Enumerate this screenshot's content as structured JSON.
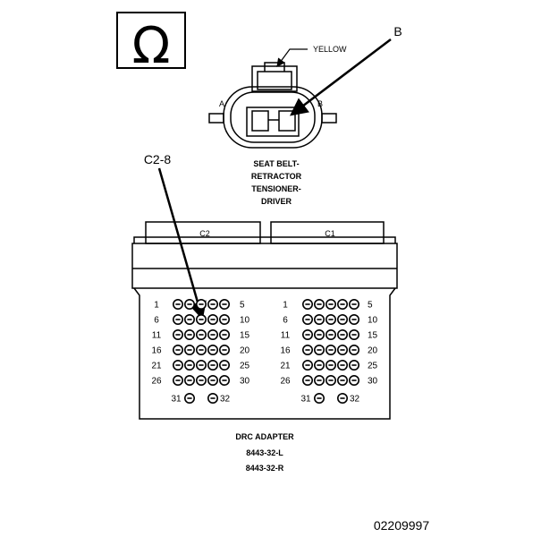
{
  "meter_symbol": "Ω",
  "connector": {
    "wire_color_label": "YELLOW",
    "side_a_label": "A",
    "side_b_label": "B",
    "name_lines": [
      "SEAT BELT-",
      "RETRACTOR",
      "TENSIONER-",
      "DRIVER"
    ]
  },
  "callouts": {
    "terminal_b": "B",
    "pin_c2_8": "C2-8"
  },
  "adapter": {
    "c2_label": "C2",
    "c1_label": "C1",
    "row_labels_left": [
      "1",
      "6",
      "11",
      "16",
      "21",
      "26"
    ],
    "row_labels_right": [
      "5",
      "10",
      "15",
      "20",
      "25",
      "30"
    ],
    "bottom_left_label": "31",
    "bottom_right_label": "32",
    "title_lines": [
      "DRC ADAPTER",
      "8443-32-L",
      "8443-32-R"
    ]
  },
  "figure_id": "02209997"
}
